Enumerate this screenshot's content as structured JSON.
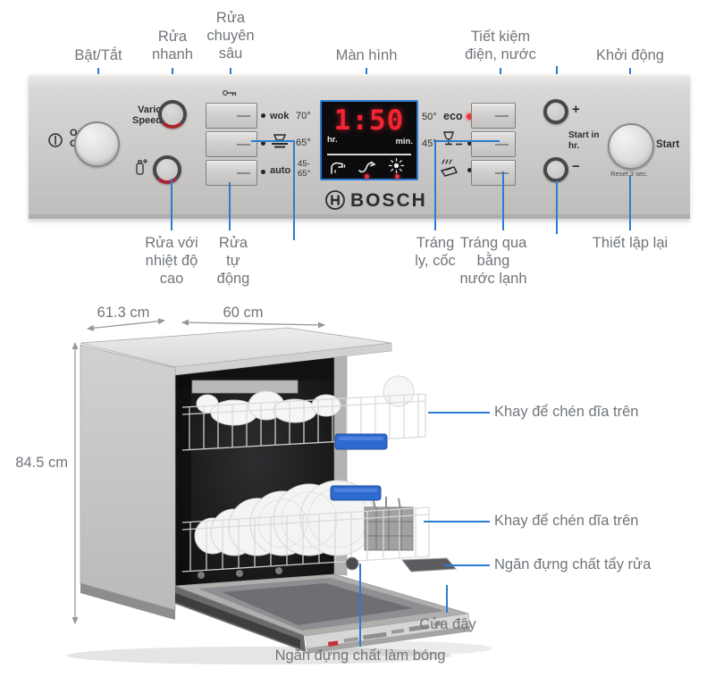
{
  "annotations": {
    "top": [
      {
        "text": "Bật/Tắt"
      },
      {
        "text": "Rửa nhanh"
      },
      {
        "text": "Rửa chuyên sâu"
      },
      {
        "text": "Màn hình"
      },
      {
        "text": "Tiết kiệm điện, nước"
      },
      {
        "text": "Khởi động"
      }
    ],
    "bottom": [
      {
        "text": "Rửa với nhiệt độ cao"
      },
      {
        "text": "Rửa tự động"
      },
      {
        "text": "Tráng ly, cốc"
      },
      {
        "text": "Tráng qua bằng nước lạnh"
      },
      {
        "text": "Thiết lập lại"
      }
    ]
  },
  "panel": {
    "power": {
      "on": "On",
      "off": "Off"
    },
    "vario": {
      "line1": "Vario",
      "line2": "Speed"
    },
    "programs_left": {
      "wok": {
        "name": "wok",
        "temp": "70°"
      },
      "glass": {
        "temp": "65°"
      },
      "auto": {
        "name": "auto",
        "temp_top": "45-",
        "temp_bottom": "65°"
      }
    },
    "display": {
      "hr": "hr.",
      "time": "1:50",
      "min": "min."
    },
    "programs_right": {
      "eco": {
        "temp": "50°",
        "name": "eco"
      },
      "rinse45": {
        "temp": "45°"
      }
    },
    "delay": {
      "plus": "+",
      "minus": "−",
      "label": "Start in hr."
    },
    "start": {
      "label": "Start",
      "reset": "Reset 3 sec."
    },
    "brand": "BOSCH"
  },
  "dishwasher": {
    "dimensions": {
      "depth": "61.3 cm",
      "width": "60 cm",
      "height": "84.5 cm"
    },
    "callouts": [
      {
        "text": "Khay để chén dĩa trên"
      },
      {
        "text": "Khay để chén dĩa trên"
      },
      {
        "text": "Ngăn đựng chất tẩy rửa"
      },
      {
        "text": "Cửa đậy"
      },
      {
        "text": "Ngăn đựng chất làm bóng"
      }
    ]
  }
}
